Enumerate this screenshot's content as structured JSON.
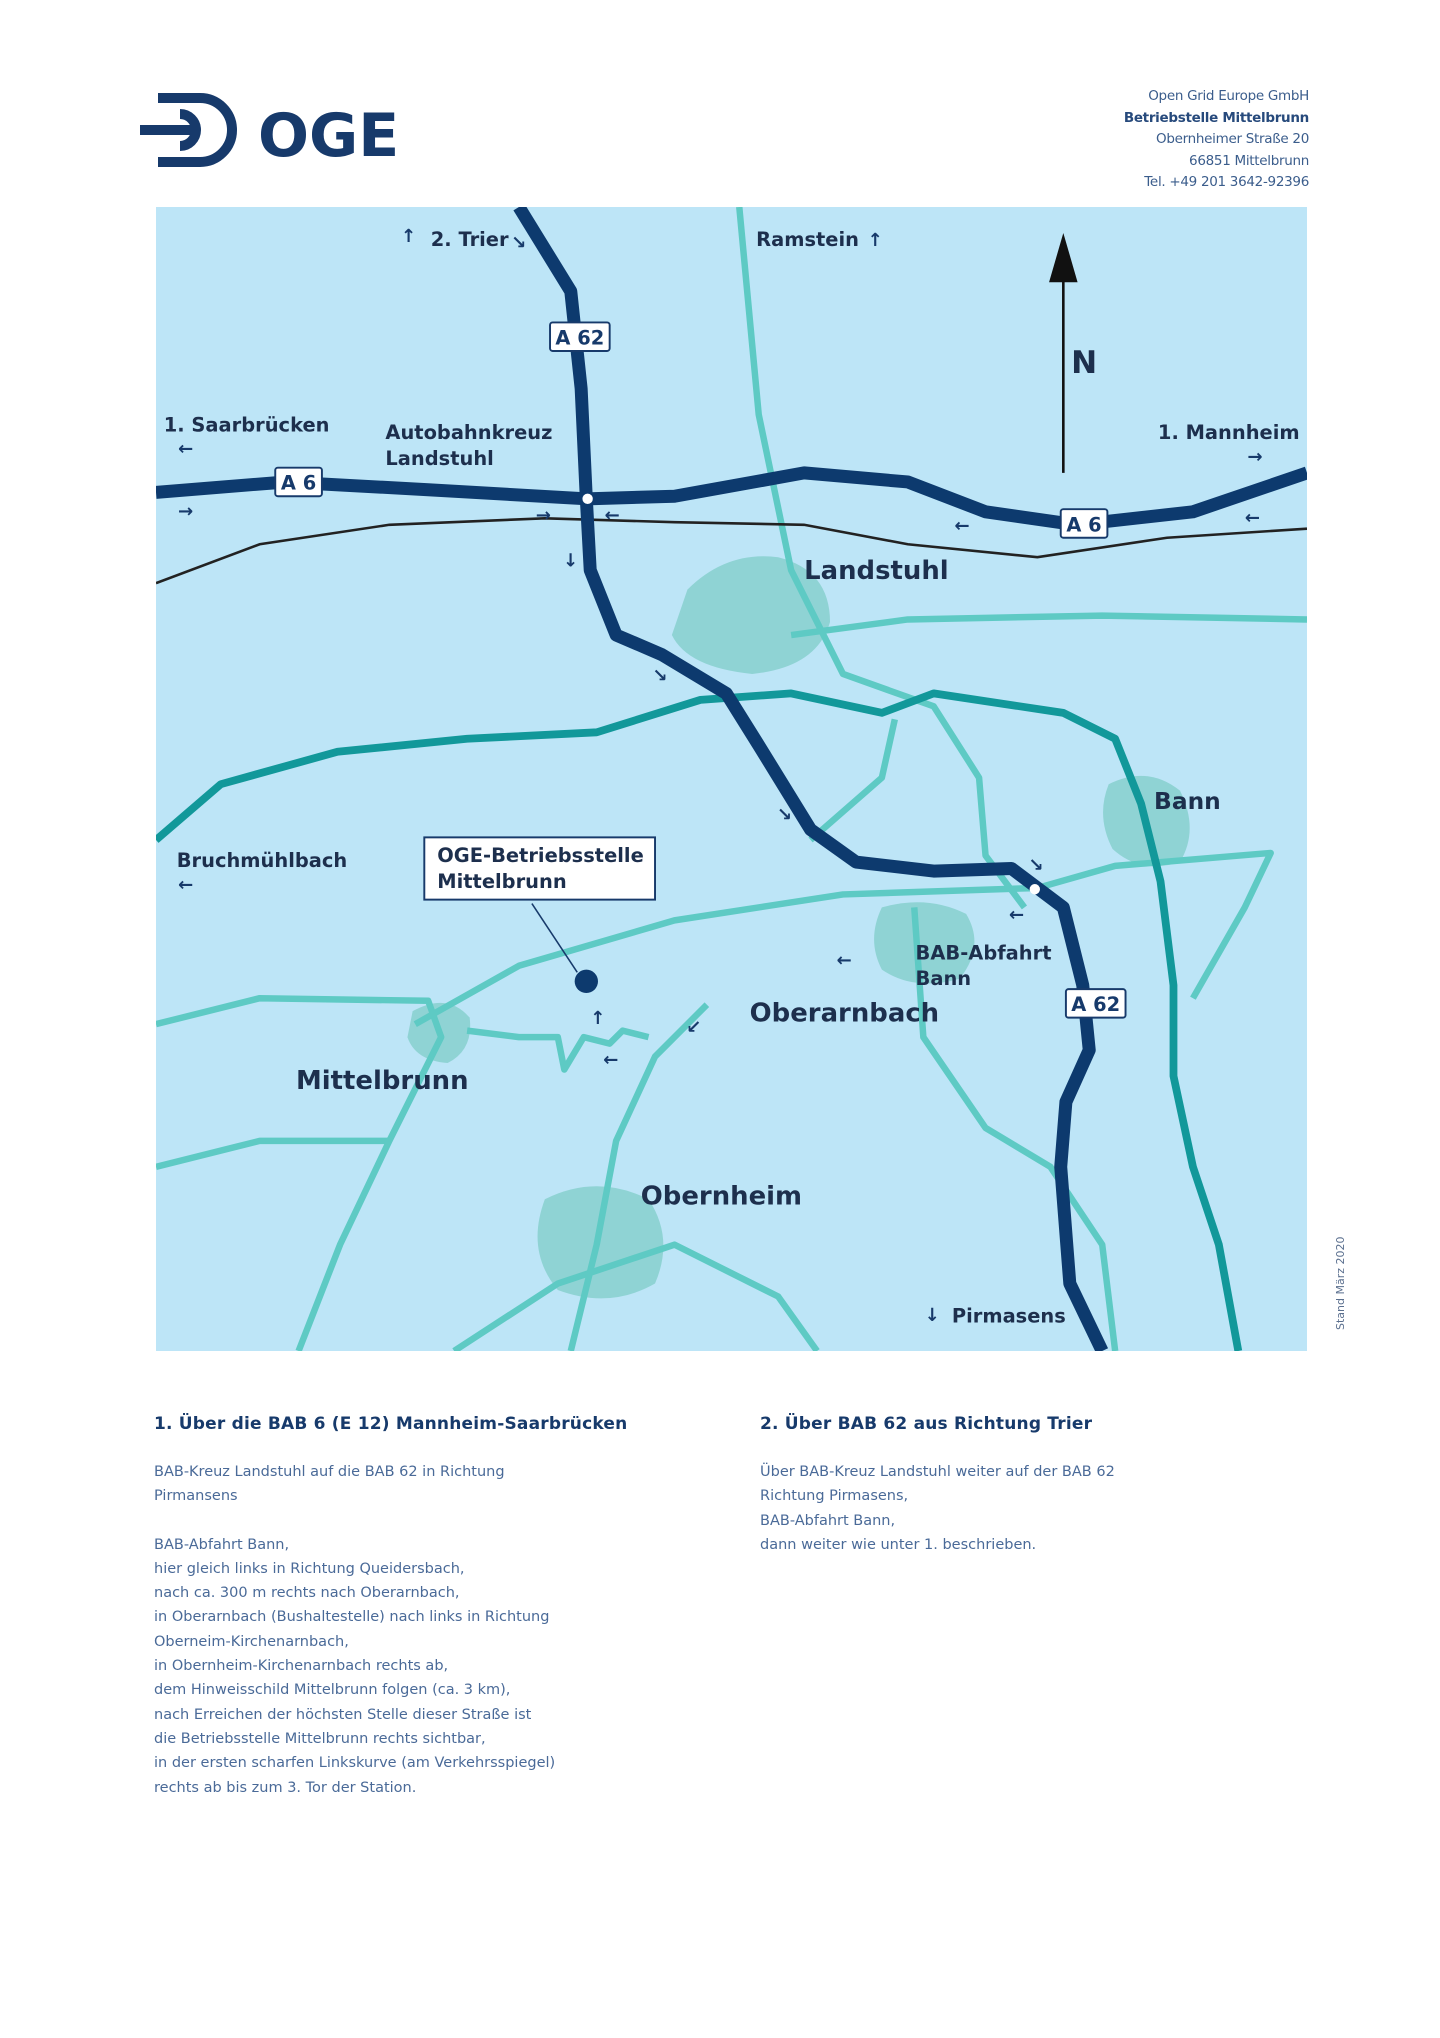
{
  "header": {
    "logo_text": "OGE",
    "address": {
      "company": "Open Grid Europe GmbH",
      "site": "Betriebstelle Mittelbrunn",
      "street": "Obernheimer Straße 20",
      "city": "66851 Mittelbrunn",
      "phone": "Tel. +49 201 3642-92396"
    }
  },
  "map": {
    "north": "N",
    "labels": {
      "trier": "2. Trier",
      "ramstein": "Ramstein",
      "saarbruecken": "1. Saarbrücken",
      "autobahnkreuz_1": "Autobahnkreuz",
      "autobahnkreuz_2": "Landstuhl",
      "mannheim": "1. Mannheim",
      "landstuhl": "Landstuhl",
      "bann": "Bann",
      "bruchmuehlbach": "Bruchmühlbach",
      "oge_site_1": "OGE-Betriebsstelle",
      "oge_site_2": "Mittelbrunn",
      "abfahrt_1": "BAB-Abfahrt",
      "abfahrt_2": "Bann",
      "oberarnbach": "Oberarnbach",
      "mittelbrunn": "Mittelbrunn",
      "obernheim": "Obernheim",
      "pirmasens": "Pirmasens"
    },
    "badges": {
      "a62_north": "A 62",
      "a6_west": "A 6",
      "a6_east": "A 6",
      "a62_south": "A 62"
    },
    "colors": {
      "background": "#bde5f7",
      "motorway": "#0d3a6e",
      "main_road": "#12989a",
      "road": "#5ecac4",
      "town": "#8fd3d4"
    }
  },
  "stand": "Stand März 2020",
  "directions": [
    {
      "title": "1. Über die BAB 6 (E 12) Mannheim-Saarbrücken",
      "paragraphs": [
        [
          "BAB-Kreuz Landstuhl auf die BAB 62 in Richtung",
          "Pirmansens"
        ],
        [
          "BAB-Abfahrt Bann,",
          "hier gleich links in Richtung Queidersbach,",
          "nach ca. 300 m rechts nach Oberarnbach,",
          "in Oberarnbach (Bushaltestelle) nach links in Richtung",
          "Oberneim-Kirchenarnbach,",
          "in Obernheim-Kirchenarnbach rechts ab,",
          "dem Hinweisschild Mittelbrunn folgen (ca. 3 km),",
          "nach Erreichen der höchsten Stelle dieser Straße ist",
          "die Betriebsstelle Mittelbrunn rechts sichtbar,",
          "in der ersten scharfen Linkskurve (am Verkehrsspiegel)",
          "rechts ab bis zum 3. Tor der Station."
        ]
      ]
    },
    {
      "title": "2. Über BAB 62 aus Richtung Trier",
      "paragraphs": [
        [
          "Über BAB-Kreuz Landstuhl weiter auf der BAB 62",
          "Richtung Pirmasens,",
          "BAB-Abfahrt Bann,",
          "dann weiter wie unter 1. beschrieben."
        ]
      ]
    }
  ]
}
